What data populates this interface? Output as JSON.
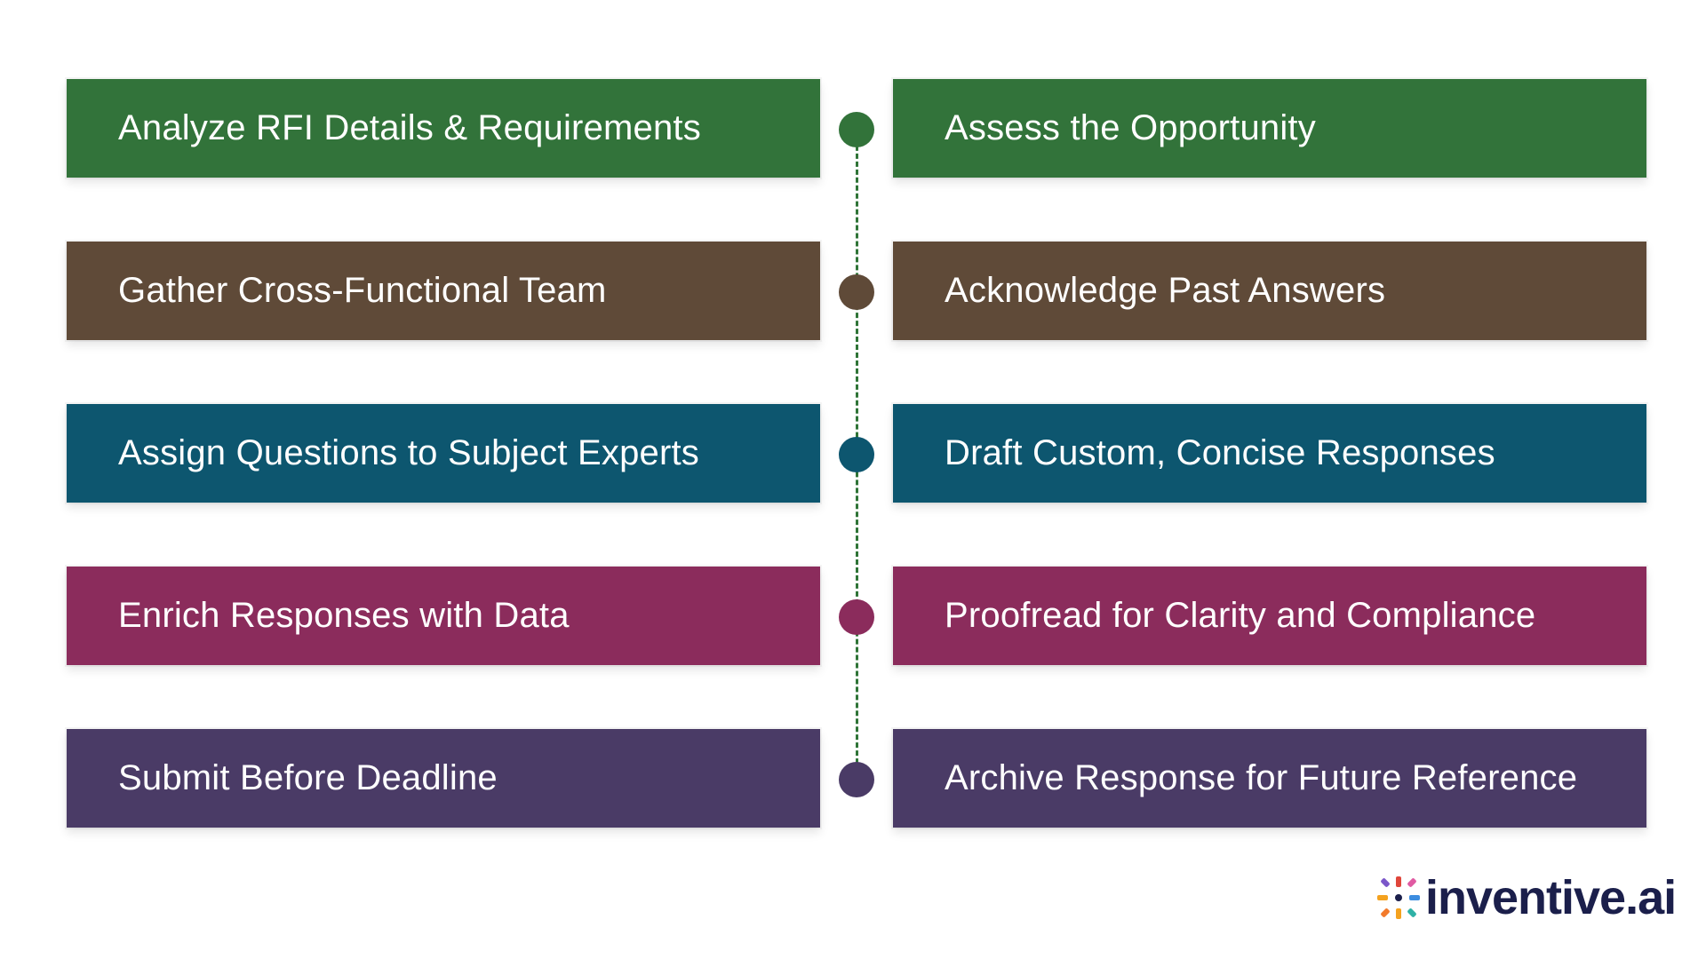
{
  "rows": [
    {
      "left": "Analyze RFI Details & Requirements",
      "right": "Assess the Opportunity",
      "color": "#32733a"
    },
    {
      "left": "Gather Cross-Functional Team",
      "right": "Acknowledge Past Answers",
      "color": "#5f4a38"
    },
    {
      "left": "Assign Questions to Subject Experts",
      "right": "Draft Custom, Concise Responses",
      "color": "#0d566f"
    },
    {
      "left": "Enrich Responses with Data",
      "right": "Proofread for Clarity and Compliance",
      "color": "#8b2c5c"
    },
    {
      "left": "Submit Before Deadline",
      "right": "Archive Response for Future Reference",
      "color": "#4a3b66"
    }
  ],
  "connector_color": "#2f7437",
  "logo": {
    "text": "inventive.ai",
    "icon": "starburst-logo-icon"
  }
}
